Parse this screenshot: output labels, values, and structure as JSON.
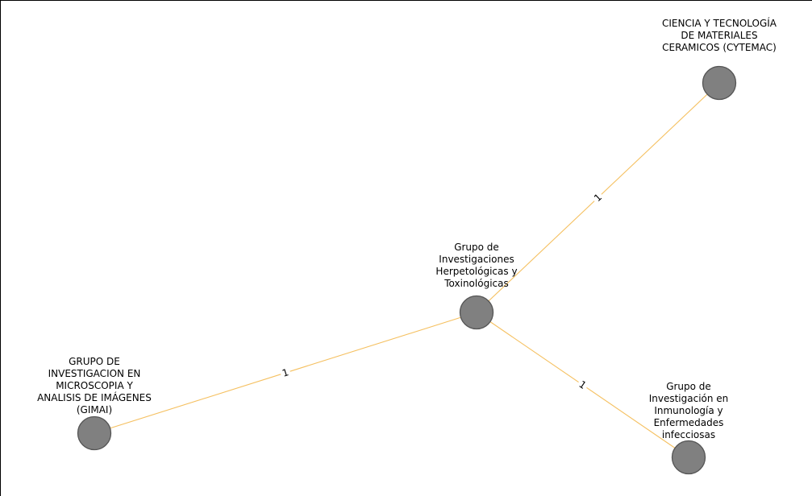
{
  "colors": {
    "node_fill": "#808080",
    "node_stroke": "#555555",
    "edge": "#f5c060",
    "arrow": "#8a5a00"
  },
  "nodes": [
    {
      "id": "center",
      "label_lines": [
        "Grupo de",
        "Investigaciones",
        "Herpetológicas y",
        "Toxinológicas"
      ]
    },
    {
      "id": "cytemac",
      "label_lines": [
        "CIENCIA Y TECNOLOGÍA",
        "DE MATERIALES",
        "CERAMICOS (CYTEMAC)"
      ]
    },
    {
      "id": "gimai",
      "label_lines": [
        "GRUPO DE",
        "INVESTIGACION EN",
        "MICROSCOPIA Y",
        "ANALISIS DE IMÁGENES",
        "(GIMAI)"
      ]
    },
    {
      "id": "inmuno",
      "label_lines": [
        "Grupo de",
        "Investigación en",
        "Inmunología y",
        "Enfermedades",
        "infecciosas"
      ]
    }
  ],
  "edges": [
    {
      "from": "center",
      "to": "cytemac",
      "label": "1"
    },
    {
      "from": "center",
      "to": "gimai",
      "label": "1"
    },
    {
      "from": "center",
      "to": "inmuno",
      "label": "1"
    }
  ]
}
